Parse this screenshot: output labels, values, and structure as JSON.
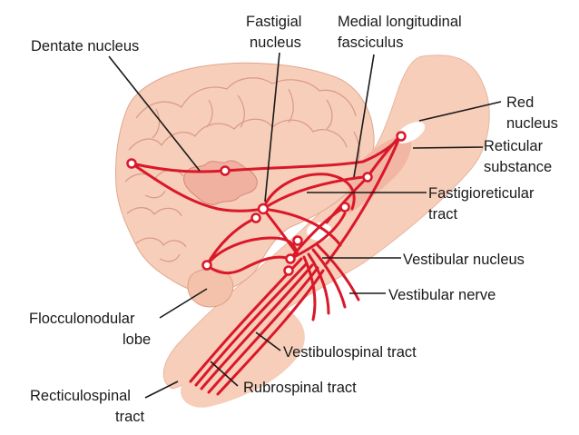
{
  "labels": {
    "dentate_nucleus": "Dentate nucleus",
    "fastigial_nucleus_1": "Fastigial",
    "fastigial_nucleus_2": "nucleus",
    "mlf_1": "Medial longitudinal",
    "mlf_2": "fasciculus",
    "red_nucleus_1": "Red",
    "red_nucleus_2": "nucleus",
    "reticular_substance_1": "Reticular",
    "reticular_substance_2": "substance",
    "fastigioreticular_1": "Fastigioreticular",
    "fastigioreticular_2": "tract",
    "vestibular_nucleus": "Vestibular nucleus",
    "vestibular_nerve": "Vestibular nerve",
    "flocculonodular_1": "Flocculonodular",
    "flocculonodular_2": "lobe",
    "vestibulospinal": "Vestibulospinal tract",
    "rubrospinal": "Rubrospinal tract",
    "recticulospinal_1": "Recticulospinal",
    "recticulospinal_2": "tract"
  },
  "colors": {
    "tissue": "#f7ceb9",
    "tissue_dark": "#efaf97",
    "gyri_line": "#d99a86",
    "tract": "#d9182a",
    "leader": "#1a1a1a"
  }
}
